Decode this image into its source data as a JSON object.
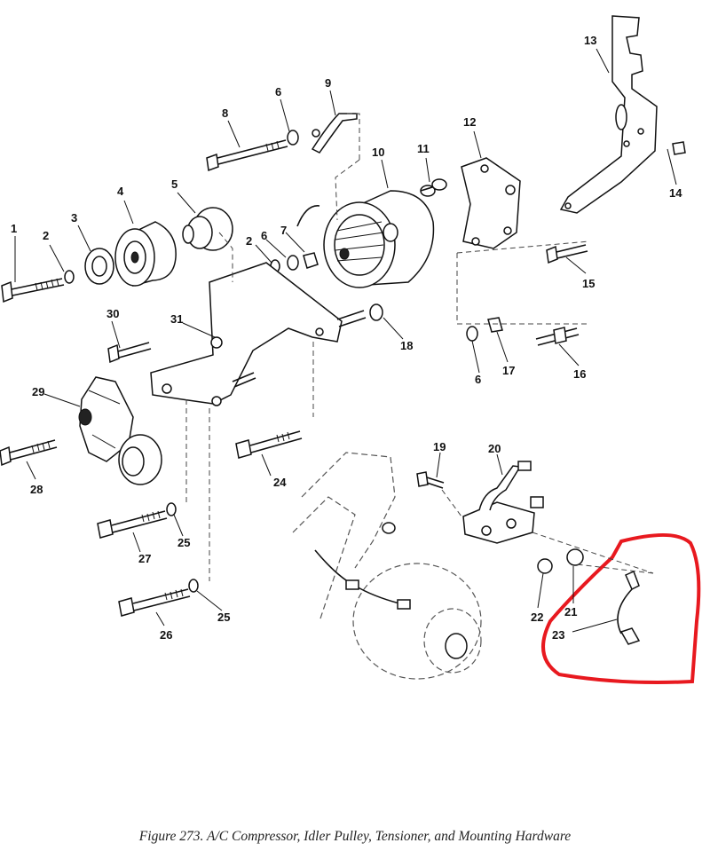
{
  "caption": "Figure 273.  A/C Compressor, Idler Pulley, Tensioner, and Mounting Hardware",
  "callouts": {
    "c1": "1",
    "c2a": "2",
    "c2b": "2",
    "c3": "3",
    "c4": "4",
    "c5": "5",
    "c6a": "6",
    "c6b": "6",
    "c6c": "6",
    "c7": "7",
    "c8": "8",
    "c9": "9",
    "c10": "10",
    "c11": "11",
    "c12": "12",
    "c13": "13",
    "c14": "14",
    "c15": "15",
    "c16": "16",
    "c17": "17",
    "c18": "18",
    "c19": "19",
    "c20": "20",
    "c21": "21",
    "c22": "22",
    "c23": "23",
    "c24": "24",
    "c25a": "25",
    "c25b": "25",
    "c26": "26",
    "c27": "27",
    "c28": "28",
    "c29": "29",
    "c30": "30",
    "c31": "31"
  },
  "highlight_color": "#e8191f"
}
